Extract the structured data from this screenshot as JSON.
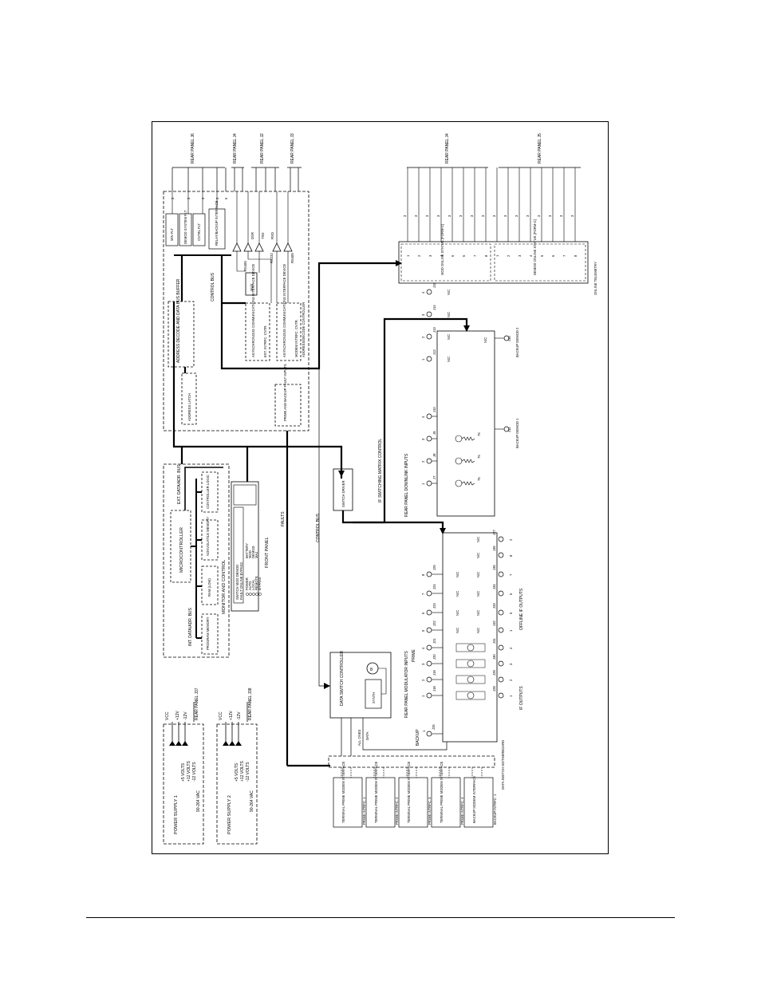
{
  "diagram": {
    "power_supplies": [
      {
        "title": "POWER  SUPPLY  1",
        "input": "90-264 VAC",
        "rails": [
          {
            "input": "+5 VOLTS",
            "output": "VCC"
          },
          {
            "input": "+12 VOLTS",
            "output": "+12V"
          },
          {
            "input": "-12 VOLTS",
            "output": "-12V"
          }
        ],
        "connector": "REAR  PANEL  J37"
      },
      {
        "title": "POWER  SUPPLY  2",
        "input": "90-264 VAC",
        "rails": [
          {
            "input": "+5 VOLTS",
            "output": "VCC"
          },
          {
            "input": "+12 VOLTS",
            "output": "+12V"
          },
          {
            "input": "-12 VOLTS",
            "output": "-12V"
          }
        ],
        "connector": "REAR  PANEL  J38"
      }
    ],
    "monitor_control": {
      "label": "MONITOR  AND  CONTROL",
      "int_bus": "INT. DATA/ADR. BUS",
      "ext_bus": "EXT. DATA/ADR. BUS",
      "microcontroller": "MICROCONTROLLER",
      "modules": [
        "PROGRAM MEMORY",
        "RAM (LOW)",
        "NONVOLATILE MEMORY",
        "CONTROLLER LOGIC"
      ]
    },
    "front_panel": {
      "label": "FRONT  PANEL",
      "leds_left": [
        "POWER",
        "AUTO",
        "LOCAL",
        "REMOTE",
        "BYPASS"
      ],
      "leds_right": [
        "BATTERY",
        "MOD",
        "DEMOD",
        "MAJ"
      ],
      "display_lines": [
        "SWITCH  MOD  DEMOD",
        "FAULT  ONLINE  BYPASS"
      ]
    },
    "address_controller": {
      "label": "ADDRESS/DECODE CONTROLLER",
      "decode": "ADDRESS  DECODE  AND DATA BUS BUFFER",
      "latch": "ADDRESS LATCH",
      "control_bus": "CONTROL BUS",
      "faults": "PRIME AND BACKUP FAULT INPUTS",
      "uart1": "ASYNCHRONOUS COMMUNICATIONS INTERFACE DEVICE",
      "uart1_tag": "EXT. INTRFC. CNTR.",
      "uart2": "ASYNCHRONOUS COMMUNICATIONS INTERFACE DEVICE",
      "uart2_tag": "MODEM INTRFC. CNTR.",
      "mux": "MUX",
      "drivers": [
        "RS485",
        "RS232",
        "RS485"
      ],
      "lines": [
        "DSR",
        "TXD",
        "RXD"
      ],
      "relays": [
        "MIN FLT",
        "DEMOD SYSTEM FLT",
        "CNTRL FLT",
        "RELAY/BACKUP INTERFACE"
      ],
      "pins": [
        "3",
        "3",
        "3",
        "3",
        "6"
      ],
      "rear_panels": [
        "REAR  PANEL  J6",
        "REAR  PANEL  J4",
        "REAR  PANEL  J2",
        "REAR  PANEL  J3"
      ]
    },
    "telemetry": {
      "label": "ONLINE TELEMETRY",
      "mod_block": "MOD ONLINE STATUS (FORM-C)",
      "demod_block": "DEMOD ONLINE STATUS (FORM-C)",
      "channels": [
        "1",
        "2",
        "3",
        "4",
        "5",
        "6",
        "7",
        "8"
      ],
      "pin": "3",
      "rear_panels": [
        "REAR  PANEL  J4",
        "REAR  PANEL  J5"
      ]
    },
    "if_matrix": {
      "control_label": "IF  SWITCHING  MATRIX  CONTROL",
      "switch_driver": "SWITCH DRIVER",
      "control_bus": "CONTROL BUS",
      "faults": "FAULTS",
      "downlink_inputs": "REAR  PANEL  DOWNLINK  INPUTS",
      "downlink_j": [
        "J7",
        "J8",
        "J9",
        "J10"
      ],
      "downlink_n": [
        "1",
        "2",
        "3",
        "4"
      ],
      "terminations": [
        "75",
        "75",
        "75"
      ],
      "demod_j": [
        "J12",
        "J13",
        "J14",
        "J15"
      ],
      "demod_n": [
        "1",
        "2",
        "3",
        "4"
      ],
      "nc": "N/C",
      "backup_demod_1": "BACKUP  DEMOD  1",
      "backup_demod_1_j": "J11",
      "backup_demod_2": "BACKUP  DEMOD  2",
      "backup_demod_2_j": "J16"
    },
    "mod_matrix": {
      "inputs": "REAR  PANEL  MODULATOR  INPUTS",
      "prime": "PRIME",
      "backup": "BACKUP",
      "backup_n": "1",
      "backup_j": "J26",
      "input_j": [
        "J18",
        "J19",
        "J20",
        "J21",
        "J22",
        "J23",
        "J24",
        "J25"
      ],
      "input_n": [
        "1",
        "2",
        "3",
        "4",
        "5",
        "6",
        "7",
        "8"
      ],
      "if_outputs": "IF OUTPUTS",
      "if_out_j": [
        "J28",
        "J29",
        "J30",
        "J31"
      ],
      "if_out_n": [
        "1",
        "2",
        "3",
        "4"
      ],
      "offline": "OFFLINE  IF OUTPUTS",
      "offline_j": [
        "J32",
        "J33",
        "J34",
        "J35",
        "J36",
        "J27"
      ],
      "offline_n": [
        "1",
        "5",
        "6",
        "7",
        "8",
        "2"
      ]
    },
    "data_switch": {
      "label": "DATA SWITCH CONTROLLER",
      "synth": "SYNTH",
      "osc": "8",
      "all_ones": "ALL ONES",
      "data": "DATA",
      "motherboard": "DATA SWITCH MOTHERBOARD"
    },
    "interfaces": [
      {
        "label": "TERMINAL PRIME MODEM INTERFACE",
        "name": "PRIME INTRFC. 1"
      },
      {
        "label": "TERMINAL PRIME MODEM INTERFACE",
        "name": "PRIME INTRFC. 2"
      },
      {
        "label": "TERMINAL PRIME MODEM INTERFACE",
        "name": "PRIME INTRFC. 3"
      },
      {
        "label": "TERMINAL PRIME MODEM INTERFACE",
        "name": "PRIME INTRFC. 4"
      },
      {
        "label": "BACKUP MODEM INTERFACE",
        "name": "BACKUP INTRFC. 1"
      }
    ]
  }
}
